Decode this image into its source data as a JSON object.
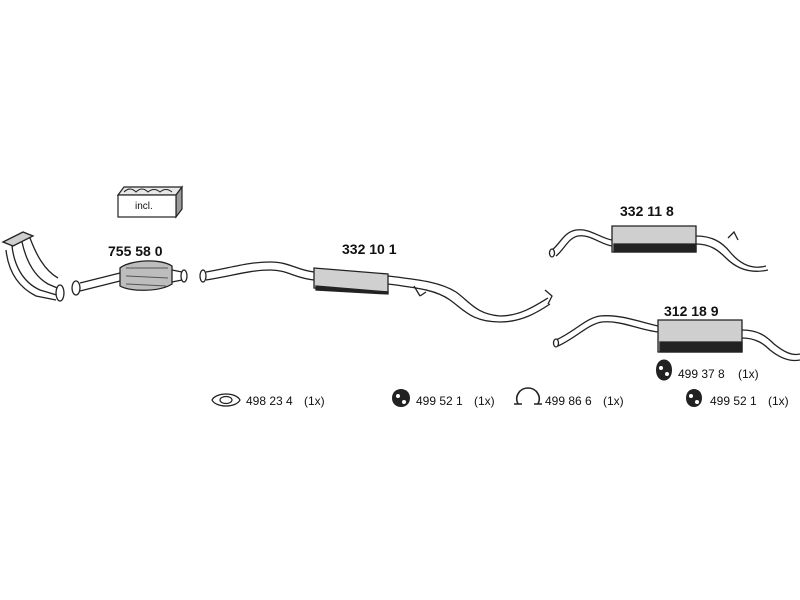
{
  "parts": {
    "cat_kit": "755 58 0",
    "front_pipe": "332 10 1",
    "rear_silencer_a": "332 11 8",
    "rear_silencer_b": "312 18 9"
  },
  "incl_box": {
    "label": "incl."
  },
  "accessories": [
    {
      "icon": "gasket-ring-icon",
      "code": "498 23 4",
      "qty": "(1x)"
    },
    {
      "icon": "rubber-mount-icon",
      "code": "499 52 1",
      "qty": "(1x)"
    },
    {
      "icon": "clamp-icon",
      "code": "499 86 6",
      "qty": "(1x)"
    },
    {
      "icon": "rubber-mount-icon",
      "code": "499 37 8",
      "qty": "(1x)"
    },
    {
      "icon": "rubber-mount-icon",
      "code": "499 52 1",
      "qty": "(1x)"
    }
  ],
  "colors": {
    "line": "#222222",
    "body_fill": "#bdbdbd",
    "body_dark": "#222222"
  }
}
